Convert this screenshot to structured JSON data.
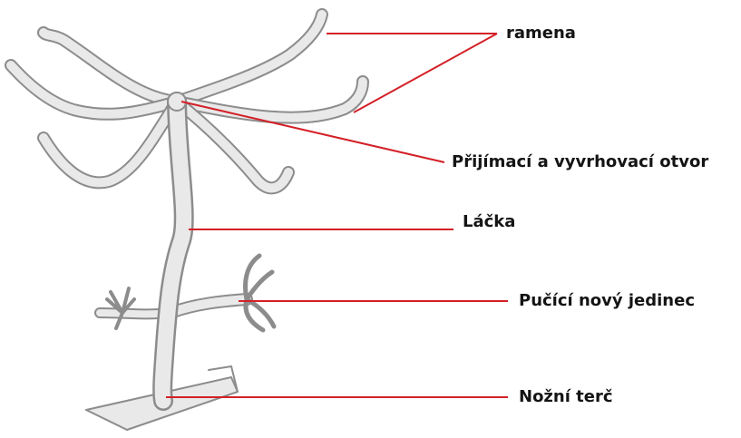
{
  "labels": {
    "arms": "ramena",
    "mouth": "Přijímací a vyvrhovací otvor",
    "body": "Láčka",
    "bud": "Pučící nový jedinec",
    "foot": "Nožní terč"
  },
  "colors": {
    "leader": "#d32027",
    "outline": "#8c8c8c",
    "fill": "#e9e9e9",
    "text": "#141414"
  }
}
